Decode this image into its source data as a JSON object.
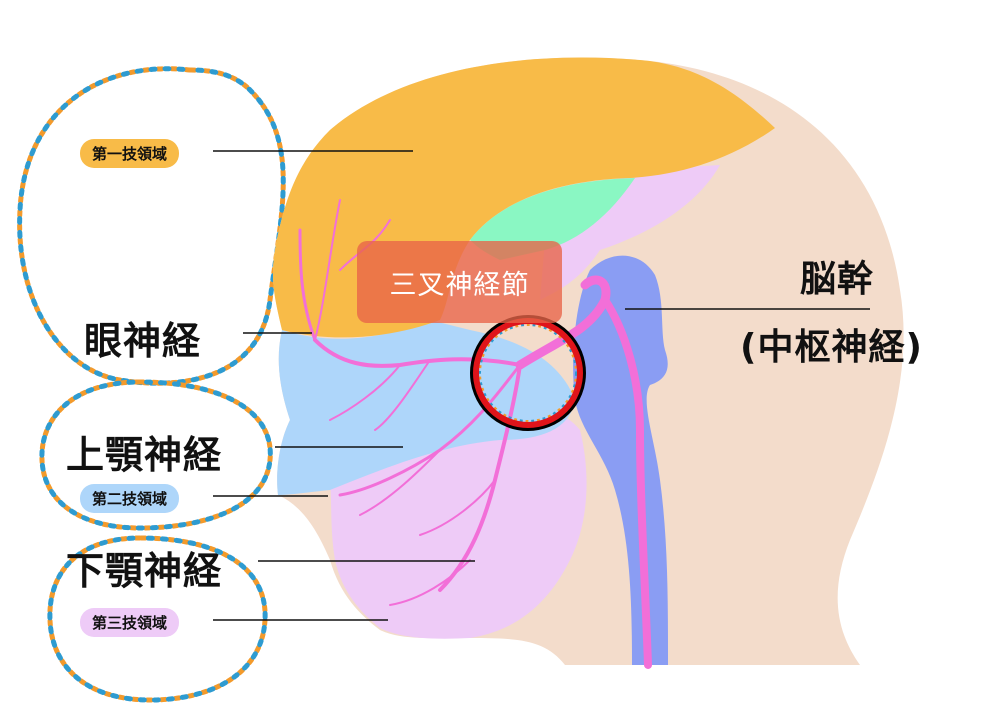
{
  "labels": {
    "v1_region": "第一技領域",
    "ophthalmic": "眼神経",
    "maxillary": "上顎神経",
    "v2_region": "第二技領域",
    "mandibular": "下顎神経",
    "v3_region": "第三技領域",
    "ganglion": "三叉神経節",
    "brainstem": "脳幹",
    "central": "(中枢神経)"
  },
  "colors": {
    "v1": "#F8BB48",
    "v2": "#AED6FA",
    "v3": "#EECBF7",
    "head": "#F3DCCB",
    "brainstem": "#8A9DF3",
    "nerve": "#F26FD8",
    "highlight_ring": "#E0141A",
    "green_area": "#8AF7C3",
    "ganglion_box": "#E86448"
  }
}
